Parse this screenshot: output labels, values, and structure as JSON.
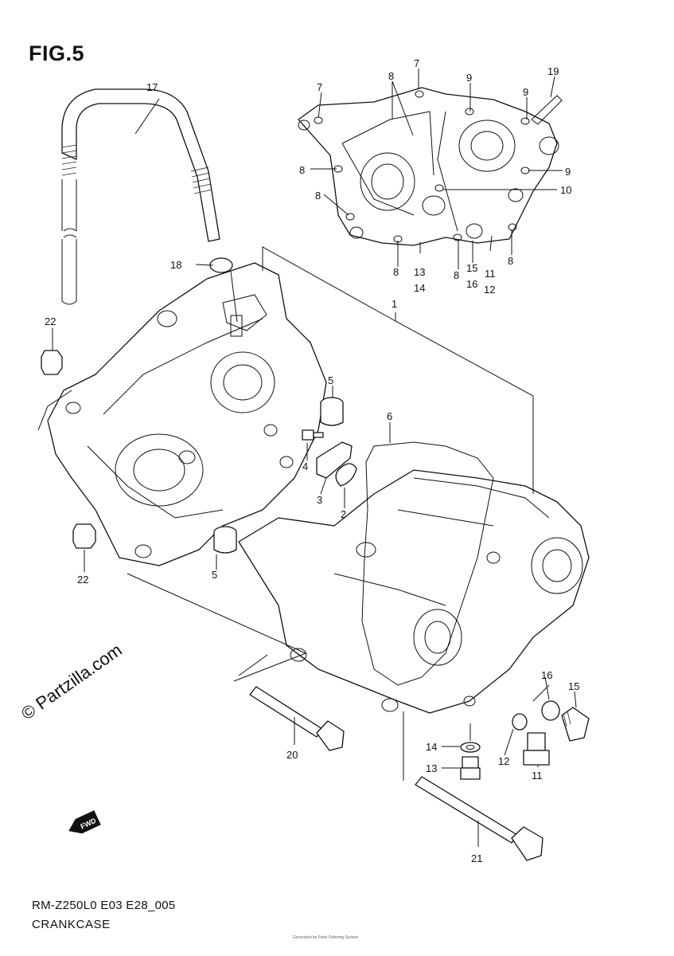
{
  "figure": {
    "title": "FIG.5",
    "model_code": "RM-Z250L0 E03 E28_005",
    "section_name": "CRANKCASE",
    "watermark": "© Partzilla.com",
    "fine_print": "Generated by Parts Ordering System"
  },
  "fwd_badge": {
    "label": "FWD"
  },
  "callouts": [
    {
      "id": "c1",
      "label": "1"
    },
    {
      "id": "c2",
      "label": "2"
    },
    {
      "id": "c3",
      "label": "3"
    },
    {
      "id": "c4",
      "label": "4"
    },
    {
      "id": "c5a",
      "label": "5"
    },
    {
      "id": "c5b",
      "label": "5"
    },
    {
      "id": "c6",
      "label": "6"
    },
    {
      "id": "c7a",
      "label": "7"
    },
    {
      "id": "c7b",
      "label": "7"
    },
    {
      "id": "c8a",
      "label": "8"
    },
    {
      "id": "c8b",
      "label": "8"
    },
    {
      "id": "c8c",
      "label": "8"
    },
    {
      "id": "c8d",
      "label": "8"
    },
    {
      "id": "c8e",
      "label": "8"
    },
    {
      "id": "c8f",
      "label": "8"
    },
    {
      "id": "c9a",
      "label": "9"
    },
    {
      "id": "c9b",
      "label": "9"
    },
    {
      "id": "c9c",
      "label": "9"
    },
    {
      "id": "c10",
      "label": "10"
    },
    {
      "id": "c11a",
      "label": "11"
    },
    {
      "id": "c11b",
      "label": "11"
    },
    {
      "id": "c12a",
      "label": "12"
    },
    {
      "id": "c12b",
      "label": "12"
    },
    {
      "id": "c13a",
      "label": "13"
    },
    {
      "id": "c13b",
      "label": "13"
    },
    {
      "id": "c14a",
      "label": "14"
    },
    {
      "id": "c14b",
      "label": "14"
    },
    {
      "id": "c15a",
      "label": "15"
    },
    {
      "id": "c15b",
      "label": "15"
    },
    {
      "id": "c16a",
      "label": "16"
    },
    {
      "id": "c16b",
      "label": "16"
    },
    {
      "id": "c17",
      "label": "17"
    },
    {
      "id": "c18",
      "label": "18"
    },
    {
      "id": "c19",
      "label": "19"
    },
    {
      "id": "c20",
      "label": "20"
    },
    {
      "id": "c21",
      "label": "21"
    },
    {
      "id": "c22a",
      "label": "22"
    },
    {
      "id": "c22b",
      "label": "22"
    }
  ]
}
